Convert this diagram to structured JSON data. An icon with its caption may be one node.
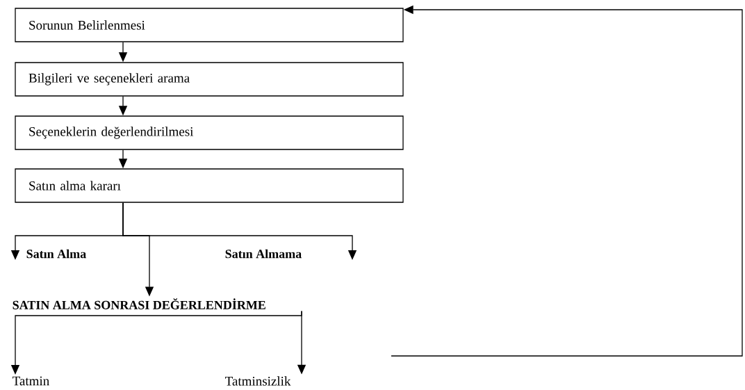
{
  "diagram": {
    "nodes": [
      {
        "text": [
          "Sorunun Belirlenmesi"
        ]
      },
      {
        "text": [
          "Bilgileri ve seçenekleri arama"
        ]
      },
      {
        "text": [
          "Seçeneklerin değerlendirilmesi"
        ]
      },
      {
        "text": [
          "Satın alma kararı"
        ]
      },
      {
        "text": [
          "Satın Alma"
        ]
      },
      {
        "text": [
          "Satın Almama"
        ]
      },
      {
        "text": [
          "SATIN ALMA SONRASI DEĞERLENDİRME"
        ]
      },
      {
        "text": [
          "Tatmin"
        ]
      },
      {
        "text": [
          "Tatminsizlik"
        ]
      }
    ],
    "edges": [
      {
        "from": 0,
        "to": 1,
        "arrow": "to"
      },
      {
        "from": 1,
        "to": 2,
        "arrow": "to"
      },
      {
        "from": 2,
        "to": 3,
        "arrow": "to"
      },
      {
        "from": 3,
        "to": 4,
        "arrow": "to"
      },
      {
        "from": 3,
        "to": 6,
        "arrow": "to"
      },
      {
        "from": 3,
        "to": 5,
        "arrow": "to"
      },
      {
        "from": 6,
        "to": 7,
        "arrow": "to"
      },
      {
        "from": 6,
        "to": 8,
        "arrow": "to"
      },
      {
        "from": null,
        "to": 0,
        "arrow": "to"
      }
    ]
  }
}
